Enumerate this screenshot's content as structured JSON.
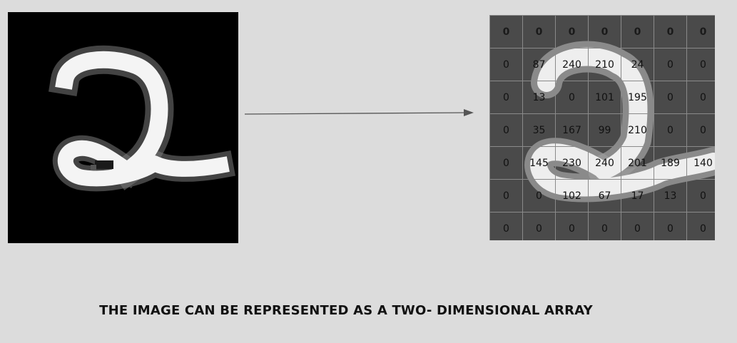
{
  "caption": "THE IMAGE CAN BE REPRESENTED AS A TWO- DIMENSIONAL ARRAY",
  "grid": {
    "rows": [
      [
        "0",
        "0",
        "0",
        "0",
        "0",
        "0",
        "0"
      ],
      [
        "0",
        "87",
        "240",
        "210",
        "24",
        "0",
        "0"
      ],
      [
        "0",
        "13",
        "0",
        "101",
        "195",
        "0",
        "0"
      ],
      [
        "0",
        "35",
        "167",
        "99",
        "210",
        "0",
        "0"
      ],
      [
        "0",
        "145",
        "230",
        "240",
        "201",
        "189",
        "140"
      ],
      [
        "0",
        "0",
        "102",
        "67",
        "17",
        "13",
        "0"
      ],
      [
        "0",
        "0",
        "0",
        "0",
        "0",
        "0",
        "0"
      ]
    ]
  },
  "colors": {
    "background": "#dcdcdc",
    "digit_stroke": "#f4f4f4",
    "grid_background": "#4a4a4a",
    "grid_lines": "#8a8a8a",
    "arrow": "#555555"
  }
}
